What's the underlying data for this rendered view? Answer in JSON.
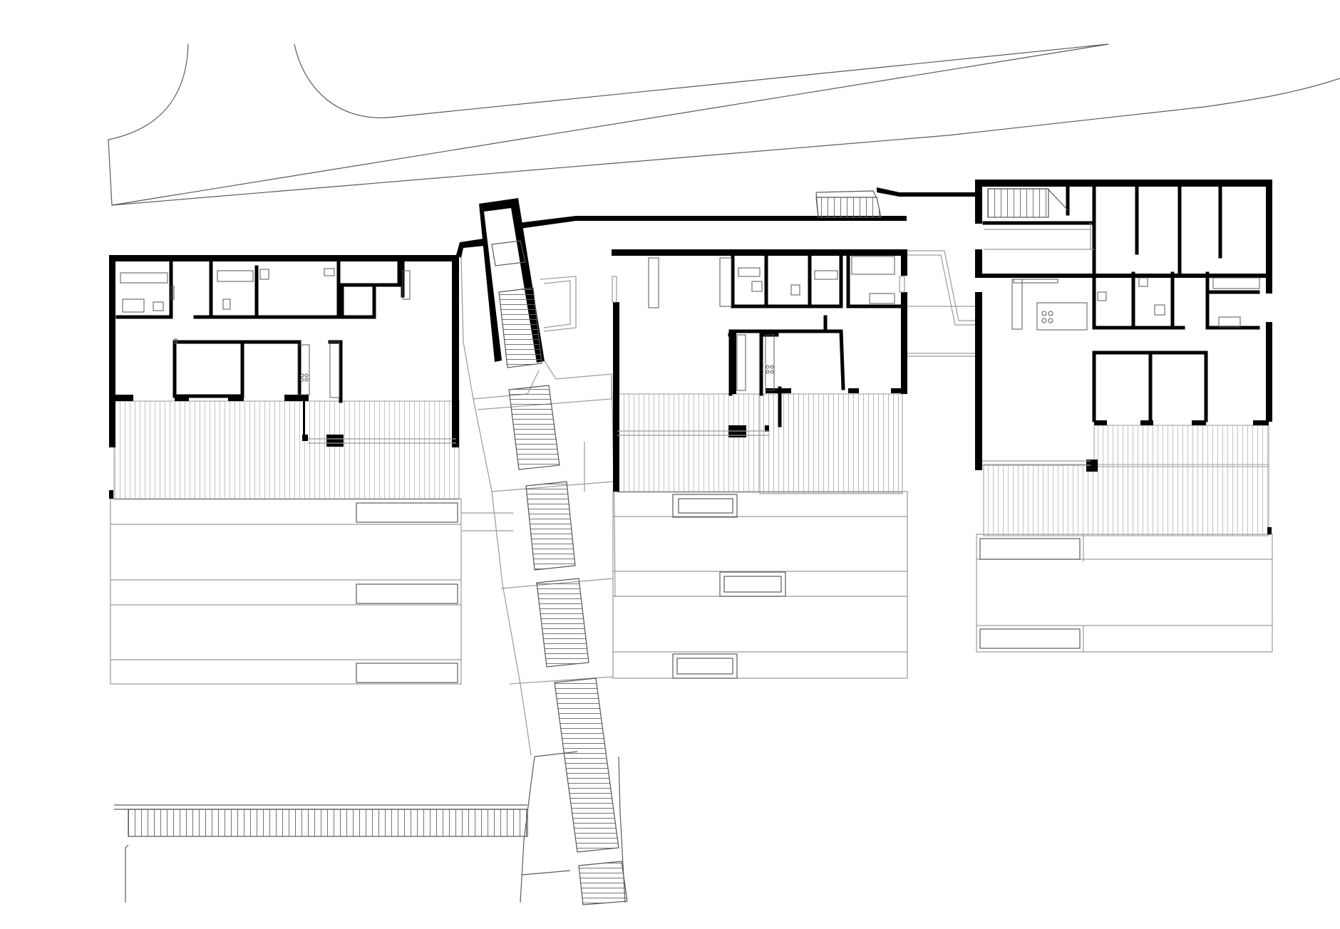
{
  "drawing": {
    "type": "architectural-floor-plan",
    "background": "#ffffff",
    "wall_color": "#000000",
    "line_color": "#9a9a9a"
  },
  "units": [
    {
      "id": "unit-west"
    },
    {
      "id": "unit-center"
    },
    {
      "id": "unit-east"
    }
  ],
  "elements": {
    "road": "curved-road-edge",
    "stairs": "central-stair-sequence",
    "terraces": "hatched-terraces",
    "pools": "terrace-planters"
  }
}
